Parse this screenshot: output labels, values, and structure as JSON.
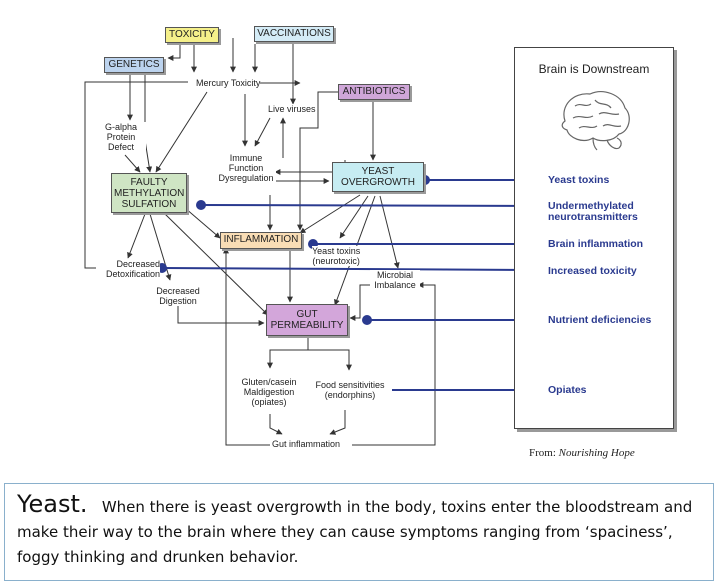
{
  "nodes": {
    "toxicity": "TOXICITY",
    "vaccinations": "VACCINATIONS",
    "genetics": "GENETICS",
    "mercury_toxicity": "Mercury Toxicity",
    "antibiotics": "ANTIBIOTICS",
    "live_viruses": "Live viruses",
    "g_alpha": [
      "G-alpha",
      "Protein",
      "Defect"
    ],
    "immune": [
      "Immune",
      "Function",
      "Dysregulation"
    ],
    "yeast_overgrowth": [
      "YEAST",
      "OVERGROWTH"
    ],
    "faulty": [
      "FAULTY",
      "METHYLATION",
      "SULFATION"
    ],
    "inflammation": "INFLAMMATION",
    "yeast_toxins_neuro": [
      "Yeast toxins",
      "(neurotoxic)"
    ],
    "decreased_detox": [
      "Decreased",
      "Detoxification"
    ],
    "decreased_digestion": [
      "Decreased",
      "Digestion"
    ],
    "microbial": [
      "Microbial",
      "Imbalance"
    ],
    "gut_permeability": [
      "GUT",
      "PERMEABILITY"
    ],
    "gluten": [
      "Gluten/casein",
      "Maldigestion",
      "(opiates)"
    ],
    "food_sensitivities": [
      "Food sensitivities",
      "(endorphins)"
    ],
    "gut_inflammation": "Gut inflammation"
  },
  "panel": {
    "title": "Brain is Downstream",
    "outputs": [
      "Yeast toxins",
      [
        "Undermethylated",
        "neurotransmitters"
      ],
      "Brain inflammation",
      "Increased toxicity",
      "Nutrient deficiencies",
      "Opiates"
    ]
  },
  "citation": {
    "prefix": "From: ",
    "source": "Nourishing Hope"
  },
  "caption": {
    "title": "Yeast.",
    "body": "When there is yeast overgrowth in the body, toxins enter the bloodstream and make their way to the brain where they can cause symptoms ranging from ‘spaciness’, foggy thinking and drunken behavior."
  },
  "colors": {
    "toxicity": "#f5f08a",
    "vaccinations": "#d4ecf7",
    "genetics": "#bcd3ee",
    "antibiotics": "#cfa6d8",
    "yeast": "#c6ecf2",
    "faulty": "#cfe5c4",
    "inflammation": "#f9ddb5",
    "gut": "#d3a6da",
    "arrow": "#2a3a8f",
    "line": "#333333"
  }
}
